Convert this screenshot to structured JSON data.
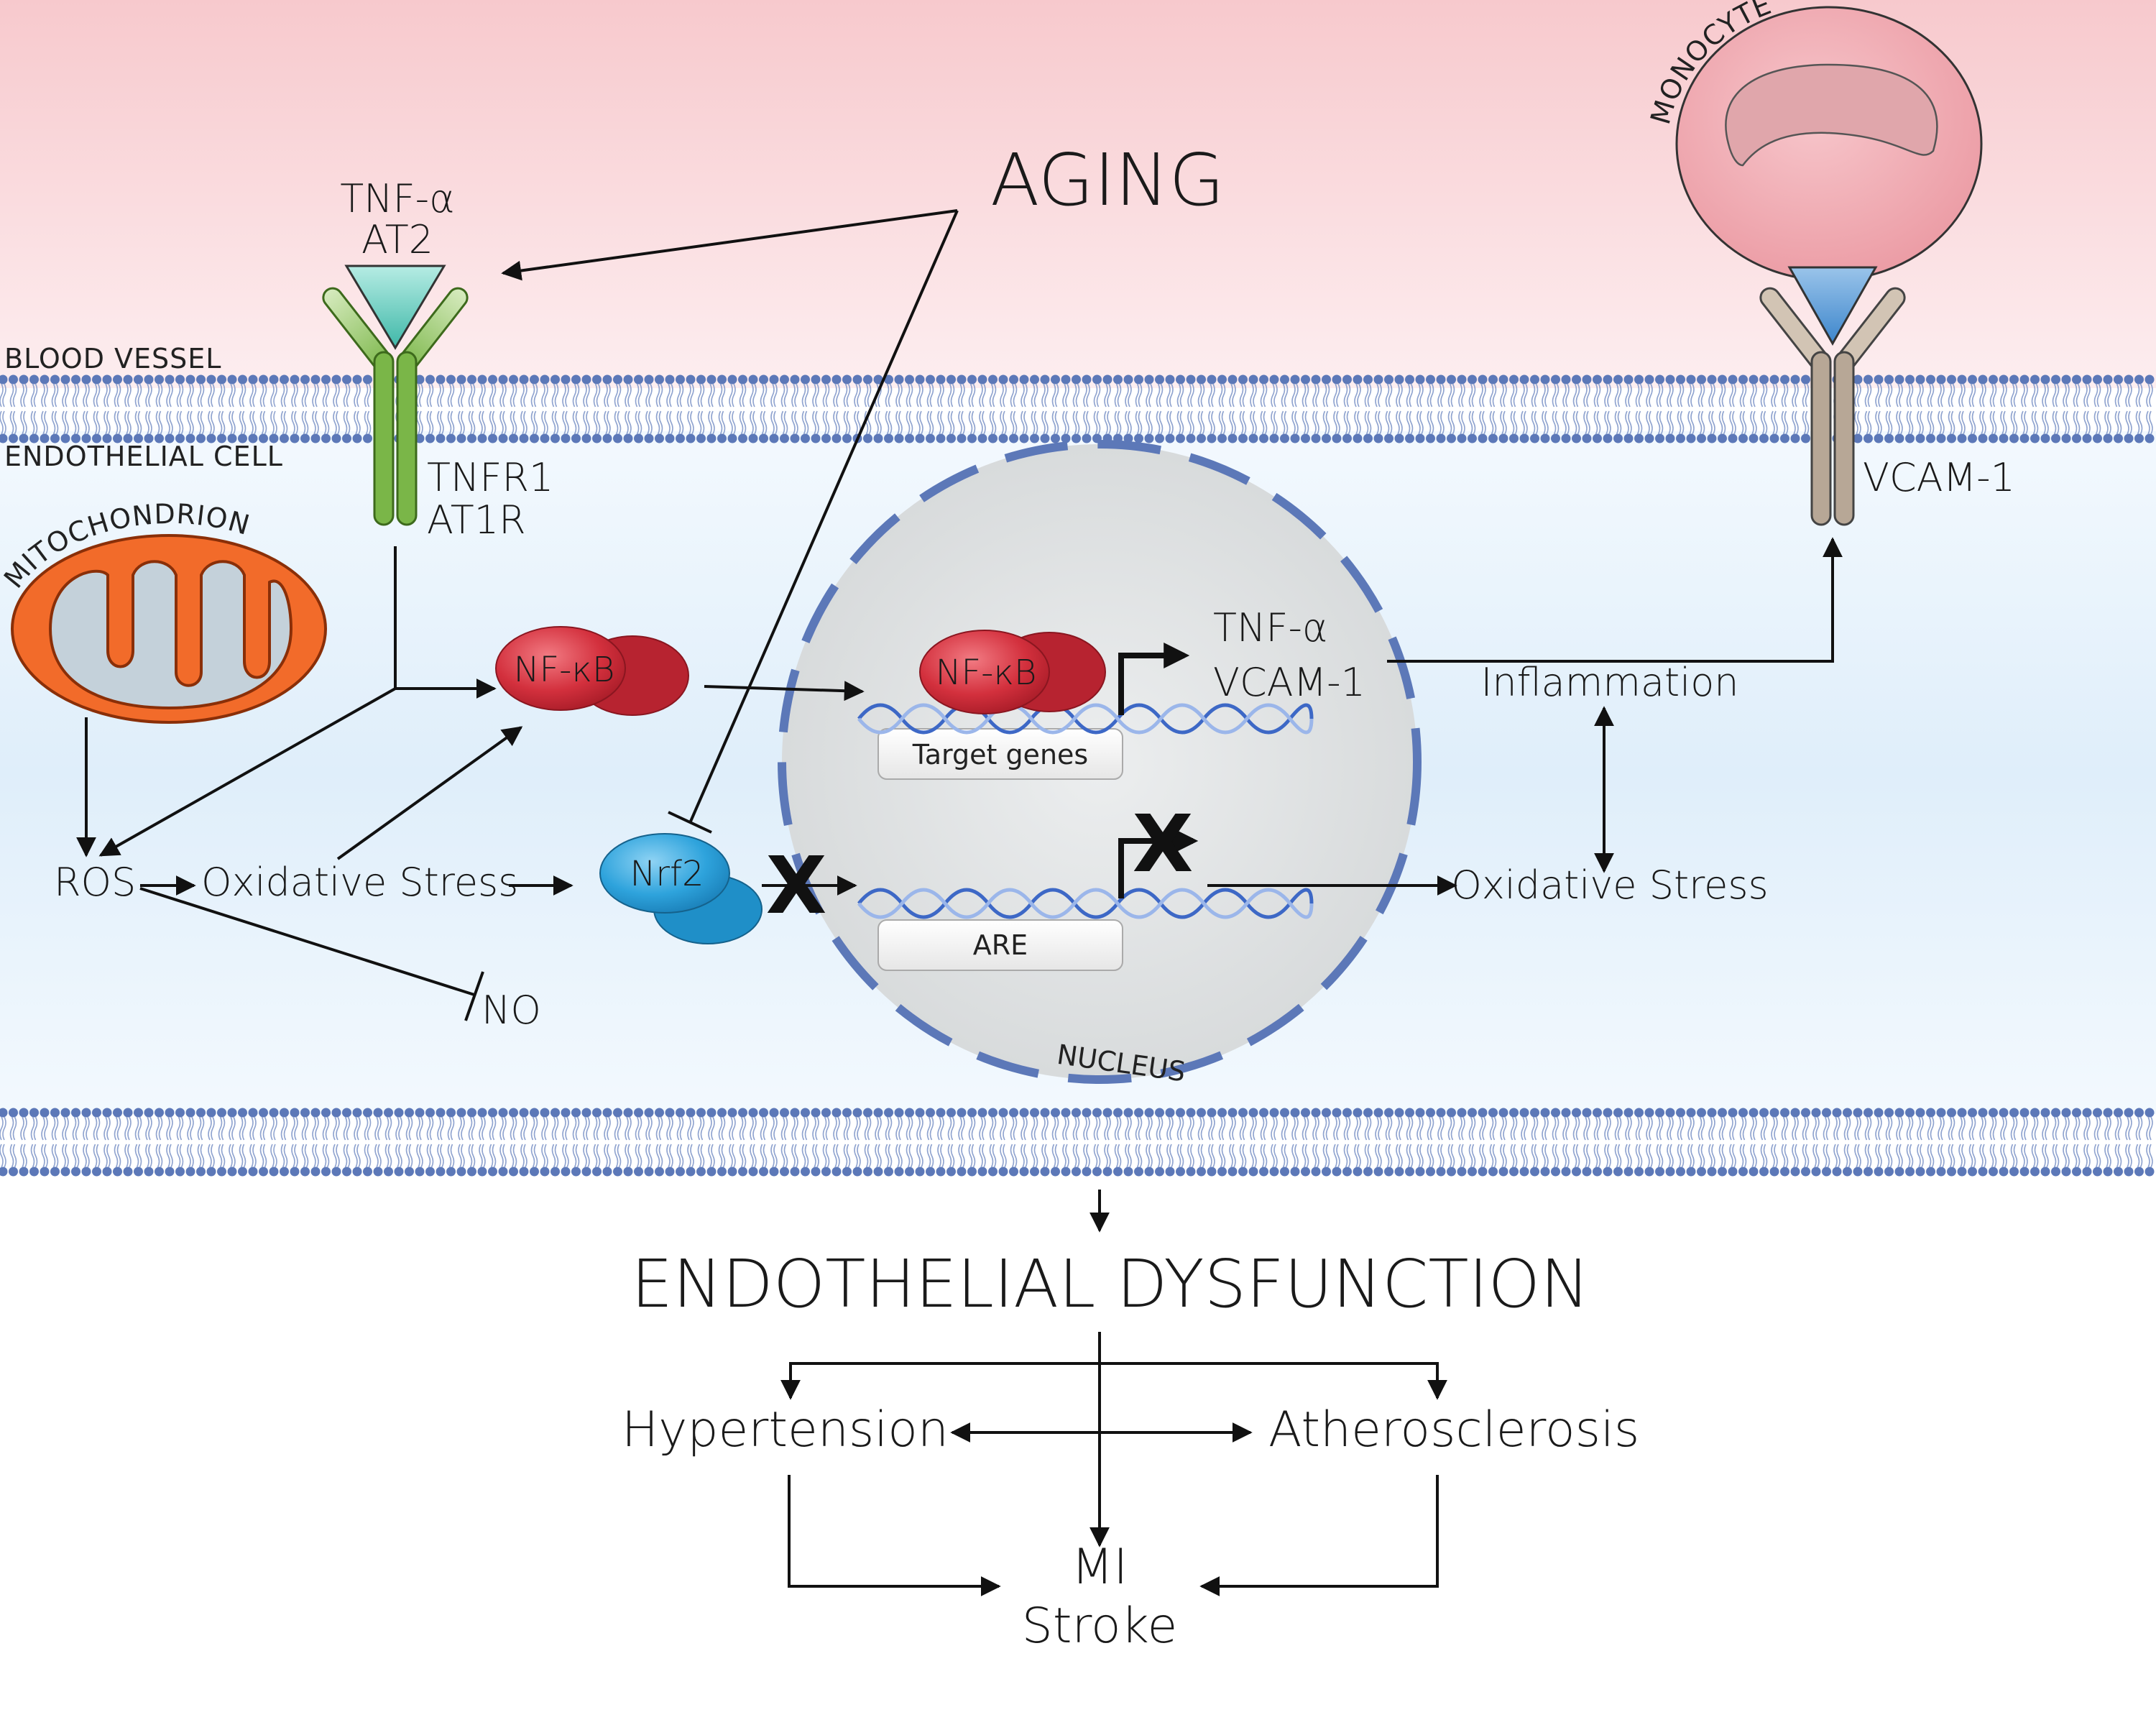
{
  "colors": {
    "blood_top": "#f9d3d6",
    "cell_blue": "#e2f0fb",
    "membrane": "#5c78b8",
    "nfkb_red": "#d02a37",
    "nrf2_blue": "#2ba2dc",
    "receptor_green": "#7ab648",
    "dna_blue": "#3d68c6",
    "mito_orange": "#f26b2a",
    "nucleus_gray": "#dcdfe0"
  },
  "regions": {
    "blood_vessel": "BLOOD VESSEL",
    "endothelial_cell": "ENDOTHELIAL CELL",
    "mitochondrion": "MITOCHONDRION",
    "nucleus": "NUCLEUS",
    "monocyte": "MONOCYTE"
  },
  "ligand": {
    "line1": "TNF-α",
    "line2": "AT2"
  },
  "receptor": {
    "line1": "TNFR1",
    "line2": "AT1R"
  },
  "vcam_receptor": "VCAM-1",
  "aging": "AGING",
  "nfkb_cytoplasm": "NF-κB",
  "nfkb_nucleus": "NF-κB",
  "nrf2": "Nrf2",
  "target_genes": "Target genes",
  "are": "ARE",
  "gene_products": {
    "line1": "TNF-α",
    "line2": "VCAM-1"
  },
  "inflammation": "Inflammation",
  "ros": "ROS",
  "oxidative_stress_left": "Oxidative Stress",
  "oxidative_stress_right": "Oxidative Stress",
  "no": "NO",
  "block_mark": "X",
  "endothelial_dysfunction": "ENDOTHELIAL DYSFUNCTION",
  "hypertension": "Hypertension",
  "atherosclerosis": "Atherosclerosis",
  "outcome": {
    "line1": "MI",
    "line2": "Stroke"
  }
}
